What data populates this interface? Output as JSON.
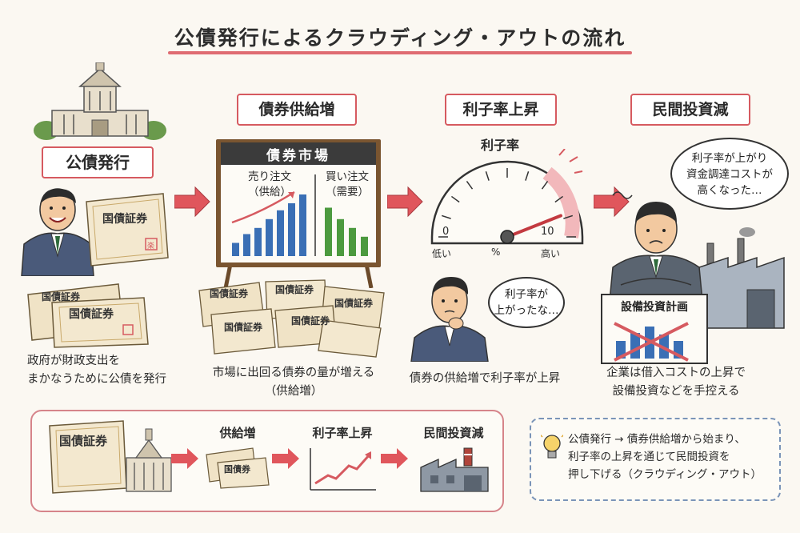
{
  "title": "公債発行によるクラウディング・アウトの流れ",
  "steps": [
    {
      "label": "公債発行",
      "caption_lines": [
        "政府が財政支出を",
        "まかなうために公債を発行"
      ]
    },
    {
      "label": "債券供給増",
      "caption_lines": [
        "市場に出回る債券の量が増える",
        "（供給増）"
      ]
    },
    {
      "label": "利子率上昇",
      "caption_lines": [
        "債券の供給増で利子率が上昇"
      ]
    },
    {
      "label": "民間投資減",
      "caption_lines": [
        "企業は借入コストの上昇で",
        "設備投資などを手控える"
      ]
    }
  ],
  "certificate_label": "国債証券",
  "certificate_stamp": "楽",
  "market_board": {
    "title": "債券市場",
    "left_label_lines": [
      "売り注文",
      "（供給）"
    ],
    "right_label_lines": [
      "買い注文",
      "（需要）"
    ],
    "sell_bars": [
      0.15,
      0.25,
      0.32,
      0.42,
      0.52,
      0.6,
      0.7
    ],
    "buy_bars": [
      0.55,
      0.42,
      0.32,
      0.22
    ]
  },
  "gauge": {
    "title": "利子率",
    "min_label": "0",
    "max_label": "10",
    "low_label": "低い",
    "unit_label": "%",
    "high_label": "高い",
    "reading": 0.88
  },
  "bubbles": {
    "thinking": [
      "利子率が",
      "上がったな…"
    ],
    "worried": [
      "利子率が上がり",
      "資金調達コストが",
      "高くなった…"
    ]
  },
  "investment_plan_label": "設備投資計画",
  "summary": {
    "step_labels": [
      "供給増",
      "利子率上昇",
      "民間投資減"
    ],
    "mini_certificate_label": "国債証券",
    "mini_bond_label": "国債券",
    "note_lines": [
      "公債発行 → 債券供給増から始まり、",
      "利子率の上昇を通じて民間投資を",
      "押し下げる（クラウディング・アウト）"
    ]
  },
  "colors": {
    "accent": "#d65a60",
    "arrow": "#e0565c",
    "board": "#3b3b3b",
    "sell_bar": "#3a6fb5",
    "buy_bar": "#4c9a3f"
  }
}
